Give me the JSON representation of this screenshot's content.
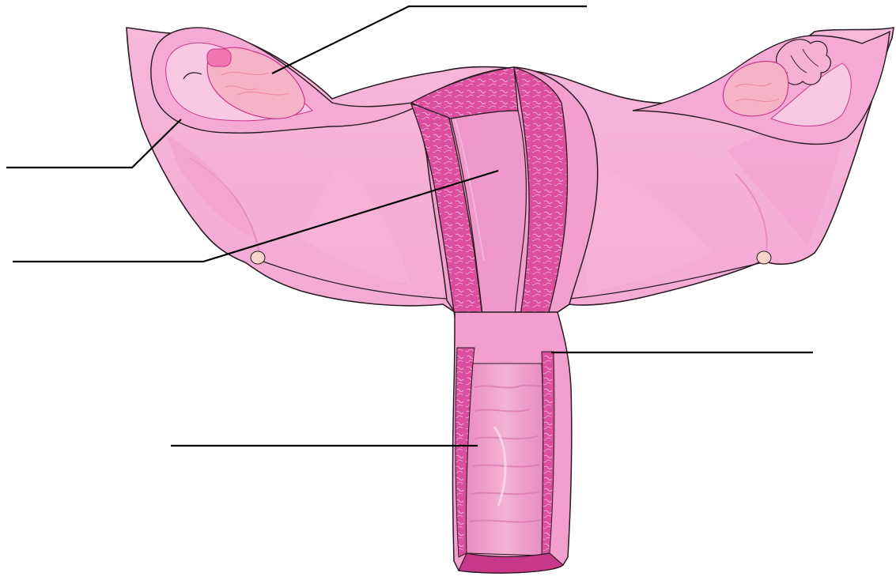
{
  "diagram": {
    "type": "anatomical-illustration",
    "subject": "",
    "labels": [
      {
        "id": "label-top",
        "text": ""
      },
      {
        "id": "label-upper-left",
        "text": ""
      },
      {
        "id": "label-middle-left",
        "text": ""
      },
      {
        "id": "label-right",
        "text": ""
      },
      {
        "id": "label-lower-left",
        "text": ""
      }
    ],
    "colors": {
      "background": "#ffffff",
      "ligament": "#f7b6dc",
      "ligament_shade": "#ef9fcf",
      "tissue_light": "#f9c6e3",
      "tissue_mid": "#f29fcf",
      "myometrium": "#e05aa8",
      "myometrium_dark": "#c7388a",
      "cavity": "#ee98cb",
      "ovary": "#f6b3c8",
      "ovary_highlight": "#fbd3df",
      "vagina_lumen": "#efa0cb",
      "outline": "#2a1a22",
      "leader_line": "#000000"
    }
  }
}
